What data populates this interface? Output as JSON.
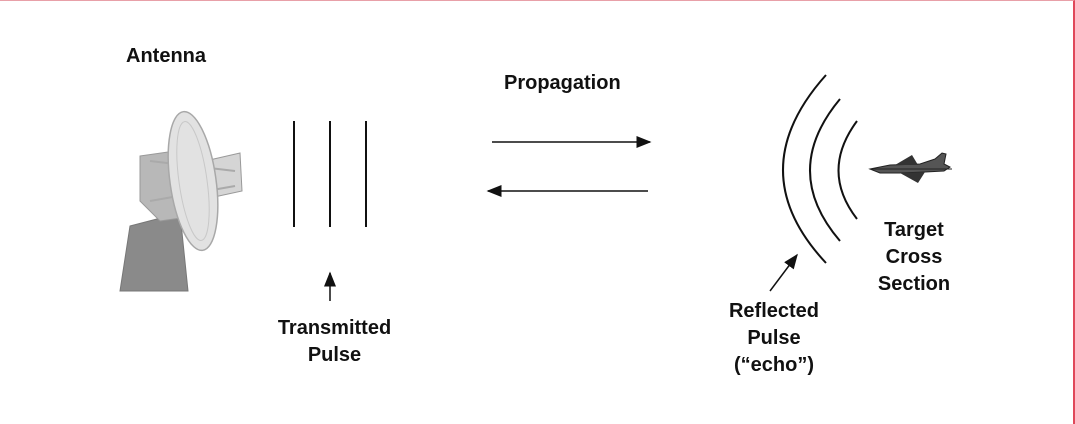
{
  "labels": {
    "antenna": "Antenna",
    "propagation": "Propagation",
    "transmitted_line1": "Transmitted",
    "transmitted_line2": "Pulse",
    "reflected_line1": "Reflected",
    "reflected_line2": "Pulse",
    "reflected_line3": "(“echo”)",
    "target_line1": "Target",
    "target_line2": "Cross",
    "target_line3": "Section"
  },
  "colors": {
    "text": "#111111",
    "line": "#111111",
    "border_accent": "#e0485a",
    "antenna_dark": "#8a8a8a",
    "antenna_mid": "#b8b8b8",
    "antenna_light": "#e2e2e2"
  },
  "icons": {
    "antenna": "radar-dish-icon",
    "target": "fighter-jet-icon"
  }
}
